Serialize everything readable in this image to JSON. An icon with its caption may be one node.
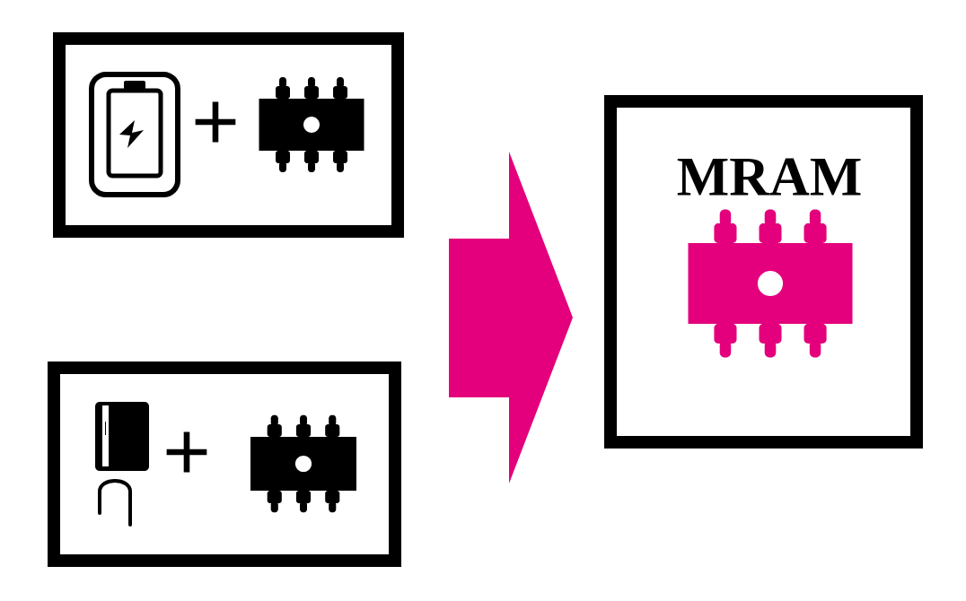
{
  "diagram": {
    "nodes": [
      {
        "text": [
          "+"
        ]
      },
      {
        "text": [
          "+"
        ]
      },
      {
        "text": [
          "MRAM"
        ]
      }
    ],
    "edges": [
      {
        "from": 0,
        "to": 2,
        "arrow": "to"
      },
      {
        "from": 1,
        "to": 2,
        "arrow": "to"
      }
    ]
  }
}
